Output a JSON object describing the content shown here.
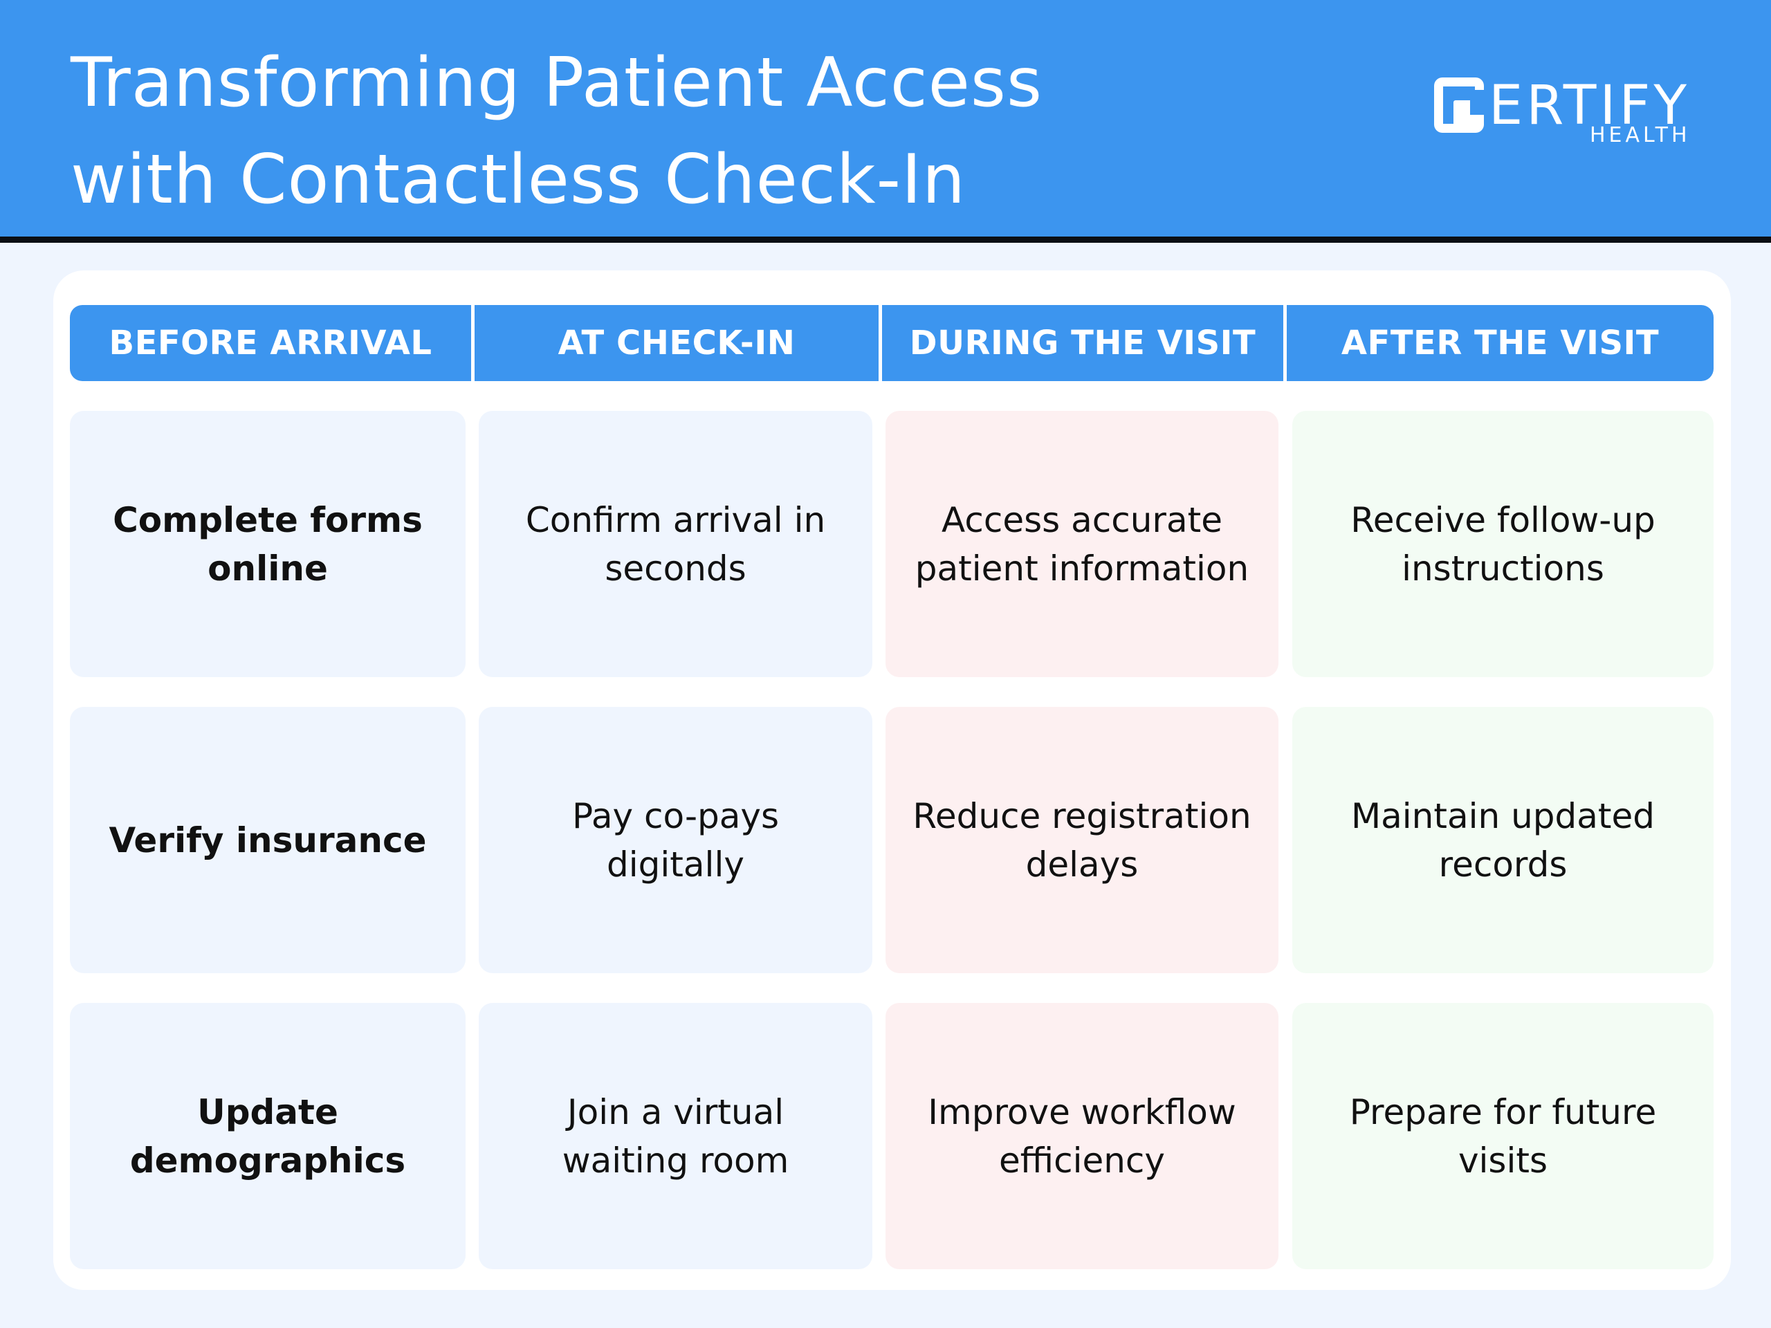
{
  "header": {
    "title_line1": "Transforming Patient Access",
    "title_line2": "with Contactless Check-In"
  },
  "logo": {
    "word": "ERTIFY",
    "mark": "C",
    "sub": "HEALTH",
    "icon": "certify-logo-icon"
  },
  "columns": [
    {
      "label": "BEFORE ARRIVAL"
    },
    {
      "label": "AT CHECK-IN"
    },
    {
      "label": "DURING THE VISIT"
    },
    {
      "label": "AFTER THE VISIT"
    }
  ],
  "rows": [
    [
      "Complete forms online",
      "Confirm arrival in seconds",
      "Access accurate patient information",
      "Receive follow-up instructions"
    ],
    [
      "Verify insurance",
      "Pay co-pays digitally",
      "Reduce registration delays",
      "Maintain updated records"
    ],
    [
      "Update demographics",
      "Join a virtual waiting room",
      "Improve workflow efficiency",
      "Prepare for future visits"
    ]
  ],
  "colors": {
    "brand_blue": "#3C95EF",
    "dark_rule": "#0B0F14",
    "page_bg": "#EFF5FE",
    "col_before": "#EFF5FE",
    "col_checkin": "#EFF5FE",
    "col_during": "#FDF0F1",
    "col_after": "#F3FCF4"
  }
}
